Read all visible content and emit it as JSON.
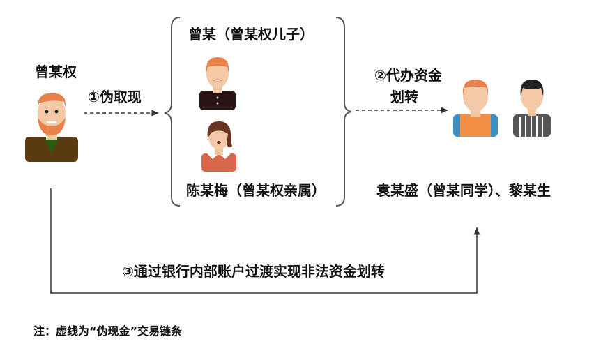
{
  "nodes": {
    "source_person": "曾某权",
    "son": "曾某（曾某权儿子）",
    "relative": "陈某梅（曾某权亲属）",
    "recipients": "袁某盛（曾某同学）、黎某生"
  },
  "edges": {
    "step1": "①伪取现",
    "step2_line1": "②代办资金",
    "step2_line2": "划转",
    "step3": "③通过银行内部账户过渡实现非法资金划转"
  },
  "note": "注：虚线为“伪现金”交易链条",
  "colors": {
    "line": "#333333",
    "hair_orange": "#e8824a",
    "skin": "#f4c9a8"
  }
}
